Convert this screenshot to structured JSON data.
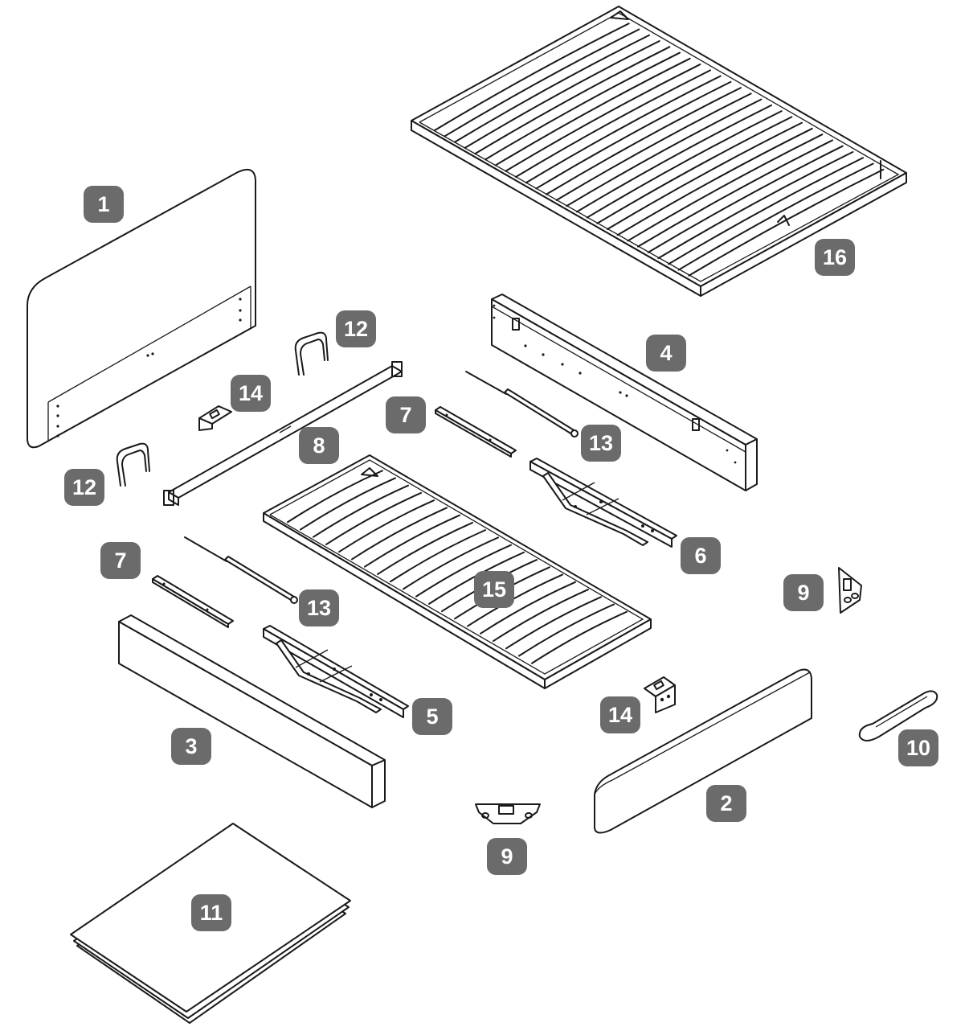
{
  "badges": {
    "headboard": "1",
    "footboard": "2",
    "side_rail_left": "3",
    "side_rail_right": "4",
    "lift_mechanism_left": "5",
    "lift_mechanism_right": "6",
    "bracket_bar_upper": "7",
    "bracket_bar_lower": "7",
    "cross_beam": "8",
    "corner_plate_right": "9",
    "corner_plate_bottom": "9",
    "strap": "10",
    "manual": "11",
    "handle_upper": "12",
    "handle_lower": "12",
    "gas_spring_upper": "13",
    "gas_spring_lower": "13",
    "clip_upper": "14",
    "clip_lower": "14",
    "slatted_base_small": "15",
    "slatted_base_large": "16"
  },
  "colors": {
    "badge": "#6b6b6b",
    "badge_text": "#ffffff",
    "line": "#1a1a1a",
    "background": "#ffffff"
  }
}
